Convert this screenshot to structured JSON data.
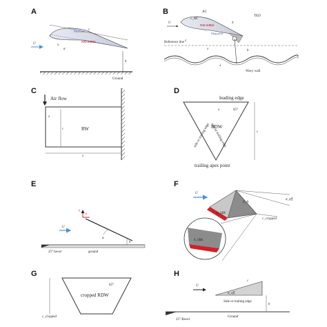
{
  "panels": {
    "A": {
      "letter": "A",
      "flow": "U",
      "chord": "c",
      "pitch_axis": "Pitch axis",
      "airfoil": "NACA 0012",
      "x": "x",
      "alpha": "α",
      "h": "h",
      "ground": "Ground"
    },
    "B": {
      "letter": "B",
      "flow": "U",
      "ac": "AC",
      "ted": "TED",
      "c_ac": "c_AC",
      "airfoil": "NACA 0012",
      "delta": "δ",
      "wing_pitch": "Wing pitch",
      "ref_line": "Reference line",
      "x": "x",
      "z": "z",
      "h": "h",
      "lambda": "λ",
      "wavy_wall": "Wavy wall"
    },
    "C": {
      "letter": "C",
      "air_flow": "Air flow",
      "x": "x",
      "c": "c",
      "rw": "RW",
      "s": "s"
    },
    "D": {
      "letter": "D",
      "leading_edge": "leading edge",
      "x": "x",
      "angle": "65°",
      "side_left": "side or trailing edge",
      "side_right": "side or trailing edge",
      "rdw": "RDW",
      "c": "c",
      "apex": "trailing apex point"
    },
    "E": {
      "letter": "E",
      "flow": "U",
      "y": "y",
      "z": "z",
      "alpha": "α",
      "h": "h",
      "bevel": "25° bevel",
      "ground": "ground"
    },
    "F": {
      "letter": "F",
      "flow": "U",
      "h_a": "h_A",
      "alpha_eff": "α_eff",
      "h_sbs": "h_SBS",
      "c_cropped": "c_cropped",
      "h_sbs_zoom": "h_SBS"
    },
    "G": {
      "letter": "G",
      "angle": "65°",
      "label": "cropped RDW",
      "c_cropped": "c_cropped"
    },
    "H": {
      "letter": "H",
      "flow": "U",
      "c": "c",
      "alpha_eff": "α_eff",
      "side": "Side or trailing edge",
      "h": "h",
      "bevel": "25° Bevel",
      "ground": "Ground"
    }
  },
  "colors": {
    "flow_arrow": "#4a90d9",
    "wing_red": "#d0202a",
    "wing_grey": "#7a7a7a",
    "hatch": "#444444"
  }
}
